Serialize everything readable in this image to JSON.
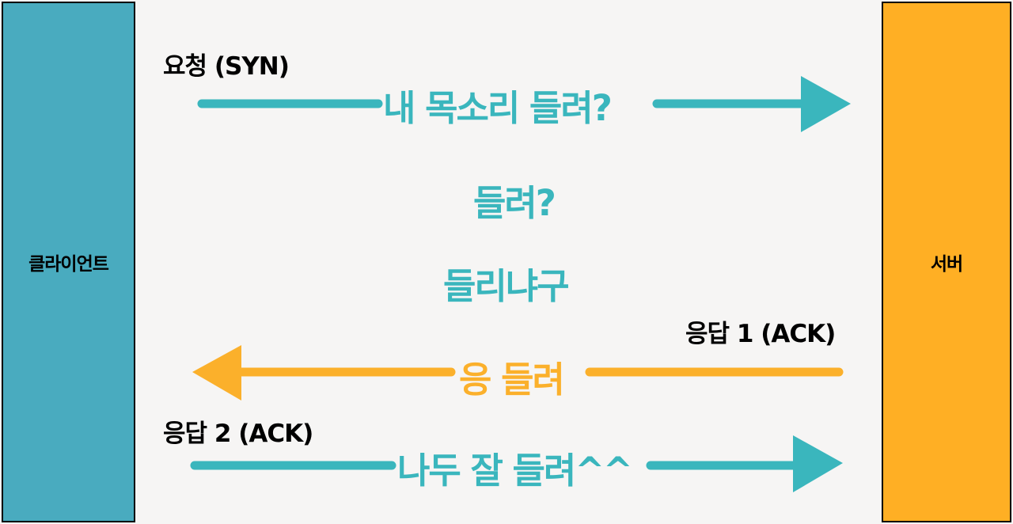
{
  "client": {
    "label": "클라이언트"
  },
  "server": {
    "label": "서버"
  },
  "syn": {
    "label": "요청 (SYN)",
    "message": "내 목소리 들려?"
  },
  "thoughts": [
    "들려?",
    "들리냐구"
  ],
  "ack1": {
    "label": "응답 1 (ACK)",
    "message": "응 들려"
  },
  "ack2": {
    "label": "응답 2 (ACK)",
    "message": "나두 잘 들려^^"
  },
  "colors": {
    "client": "#49abbf",
    "server": "#ffaf24",
    "teal": "#3ab6bd",
    "orange": "#fbb02b"
  }
}
